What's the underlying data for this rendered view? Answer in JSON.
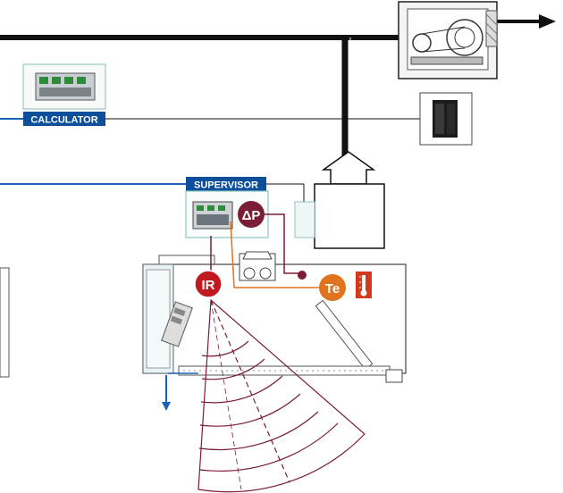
{
  "labels": {
    "calculator": "CALCULATOR",
    "supervisor": "SUPERVISOR",
    "delta_p": "ΔP",
    "ir": "IR",
    "te": "Te"
  },
  "colors": {
    "duct": "#111111",
    "signal_blue": "#1a63b4",
    "label_bg": "#0e4f9c",
    "maroon": "#7a1d35",
    "orange": "#e0731e",
    "ir_red": "#c0191f",
    "panel_teal": "#8dc6c0",
    "fan_cone": "#7a1d35"
  },
  "icons": {
    "fan_unit": "centrifugal-fan-icon",
    "calculator_module": "plc-module-icon",
    "supervisor_module": "controller-module-icon",
    "server": "server-tower-icon",
    "thermometer": "thermometer-icon",
    "diffuser": "ceiling-unit-icon"
  }
}
